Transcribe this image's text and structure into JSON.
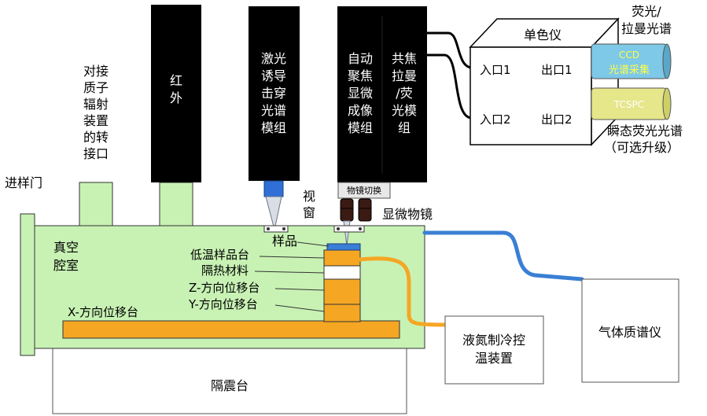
{
  "colors": {
    "chamber": "#c8f2b4",
    "module": "#000000",
    "module_text": "#ffffff",
    "stage": "#f5a623",
    "blue_line": "#3a7fd5",
    "laser_tip": "#2f6fd6",
    "ccd": "#7ec8e8",
    "tcspc": "#e6e68a",
    "ccd_text": "#ffff44",
    "outline": "#333333"
  },
  "labels": {
    "load_door": "进样门",
    "proton_port": [
      "对接",
      "质子",
      "辐射",
      "装置",
      "的转",
      "接口"
    ],
    "ir_module": [
      "红",
      "外"
    ],
    "libs_module": [
      "激光",
      "诱导",
      "击穿",
      "光谱",
      "模组"
    ],
    "af_module": [
      "自动",
      "聚焦",
      "显微",
      "成像",
      "模组"
    ],
    "raman_module": [
      "共焦",
      "拉曼",
      "/荧",
      "光模",
      "组"
    ],
    "objective_switch": "物镜切换",
    "microscope_objective": "显微物镜",
    "window": [
      "视",
      "窗"
    ],
    "sample": "样品",
    "vacuum_chamber": [
      "真空",
      "腔室"
    ],
    "cryo_stage": "低温样品台",
    "insulation": "隔热材料",
    "z_stage": "Z-方向位移台",
    "y_stage": "Y-方向位移台",
    "x_stage": "X-方向位移台",
    "isolation_table": "隔震台",
    "ln2_control": [
      "液氮制冷控",
      "温装置"
    ],
    "gas_ms": "气体质谱仪",
    "monochromator": "单色仪",
    "in1": "入口1",
    "out1": "出口1",
    "in2": "入口2",
    "out2": "出口2",
    "fluorescence_raman": [
      "荧光/",
      "拉曼光谱"
    ],
    "ccd": "CCD",
    "ccd_sub": "光谱采集",
    "tcspc": "TCSPC",
    "transient": [
      "瞬态荧光光谱",
      "（可选升级）"
    ]
  }
}
